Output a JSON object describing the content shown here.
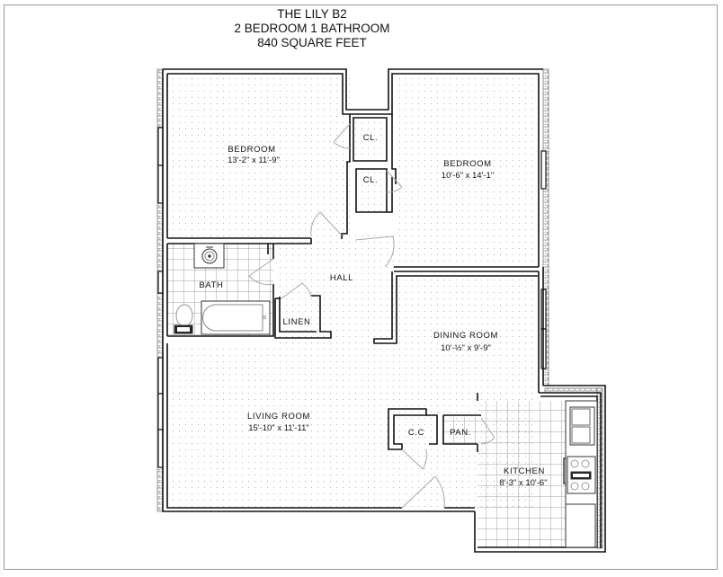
{
  "header": {
    "title": "THE LILY B2",
    "subtitle": "2 BEDROOM 1 BATHROOM",
    "area": "840 SQUARE FEET"
  },
  "rooms": {
    "bedroom_1": {
      "label": "BEDROOM",
      "dims": "13'-2\" x 11'-9\""
    },
    "bedroom_2": {
      "label": "BEDROOM",
      "dims": "10'-6\" x 14'-1\""
    },
    "closet_1": {
      "label": "CL."
    },
    "closet_2": {
      "label": "CL."
    },
    "hall": {
      "label": "HALL"
    },
    "bath": {
      "label": "BATH"
    },
    "linen": {
      "label": "LINEN"
    },
    "dining_room": {
      "label": "DINING ROOM",
      "dims": "10'-½\" x 9'-9\""
    },
    "living_room": {
      "label": "LIVING ROOM",
      "dims": "15'-10\" x 11'-11\""
    },
    "coat_closet": {
      "label": "C.C"
    },
    "pantry": {
      "label": "PAN."
    },
    "kitchen": {
      "label": "KITCHEN",
      "dims": "8'-3\" x 10'-6\""
    }
  },
  "colors": {
    "wall": "#111111",
    "frame": "#9a9a9a",
    "dot": "#b5b5b5",
    "tile": "#9c9c9c",
    "door": "#a8a8a8"
  }
}
